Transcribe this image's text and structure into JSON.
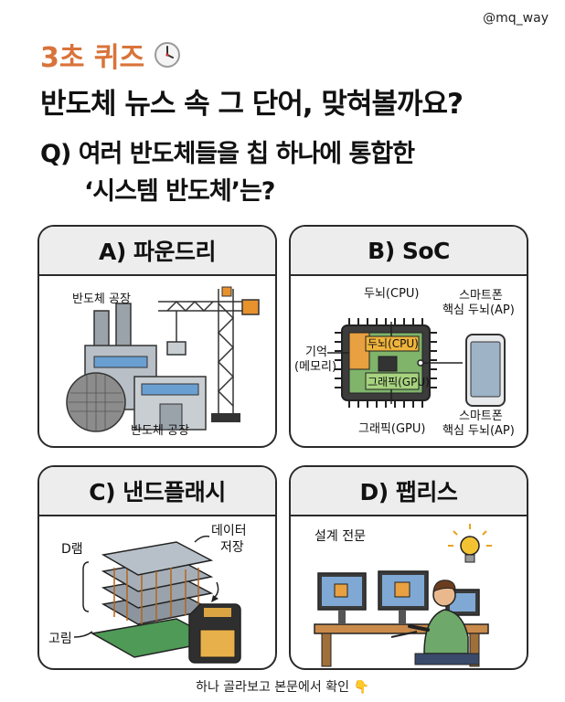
{
  "handle": "@mq_way",
  "quiz_label": "3초 퀴즈",
  "headline": "반도체 뉴스 속 그 단어, 맞혀볼까요?",
  "question": {
    "line1": "Q) 여러 반도체들을 칩 하나에 통합한",
    "line2": "‘시스템 반도체’는?"
  },
  "options": [
    {
      "title": "A) 파운드리",
      "labels": [
        "반도체 공장",
        "반도체 공장"
      ]
    },
    {
      "title": "B) SoC",
      "labels": [
        "두뇌(CPU)",
        "두뇌(CPU)",
        "기억",
        "(메모리)",
        "그래픽(GPU)",
        "그래픽(GPU)",
        "스마트폰",
        "핵심 두뇌(AP)",
        "스마트폰",
        "핵심 두뇌(AP)"
      ]
    },
    {
      "title": "C) 낸드플래시",
      "labels": [
        "D램",
        "데이터",
        "저장",
        "고림"
      ]
    },
    {
      "title": "D) 팹리스",
      "labels": [
        "설계 전문"
      ]
    }
  ],
  "footer": {
    "text": "하나 골라보고 본문에서 확인",
    "emoji": "👇"
  },
  "icons": [
    "clock-icon",
    "factory-icon",
    "crane-icon",
    "chip-icon",
    "smartphone-icon",
    "memory-stack-icon",
    "sd-card-icon",
    "designer-icon",
    "lightbulb-icon"
  ],
  "colors": {
    "accent": "#d9733a",
    "card_header": "#ededed",
    "border": "#2a2a2a"
  }
}
